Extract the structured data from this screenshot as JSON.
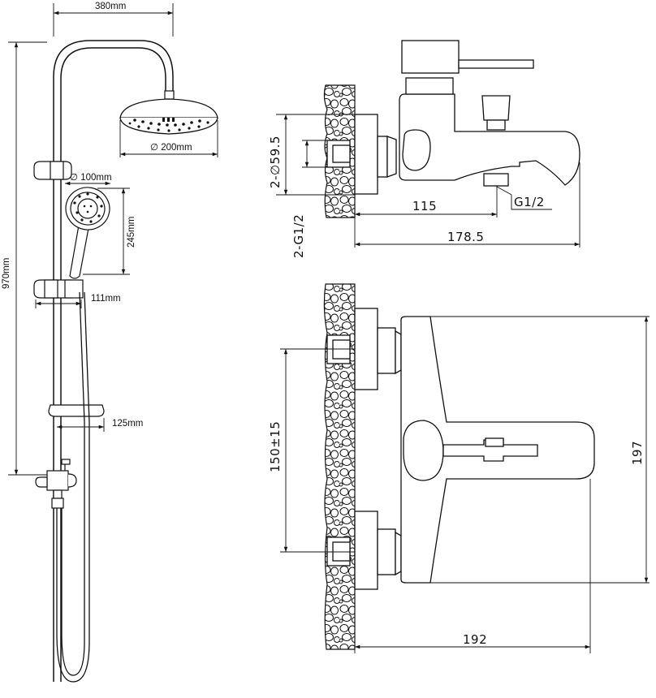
{
  "shower_set": {
    "width_label": "380mm",
    "height_label": "970mm",
    "head_diameter_label": "∅ 200mm",
    "hand_diameter_label": "∅ 100mm",
    "hand_length_label": "245mm",
    "holder_offset_label": "111mm",
    "dish_offset_label": "125mm"
  },
  "side_view": {
    "inlet_label": "2-∅59.5",
    "thread_label": "2-G1/2",
    "depth_label": "115",
    "outlet_thread_label": "G1/2",
    "total_depth_label": "178.5"
  },
  "top_view": {
    "centers_label": "150±15",
    "width_label": "197",
    "depth_label": "192"
  }
}
